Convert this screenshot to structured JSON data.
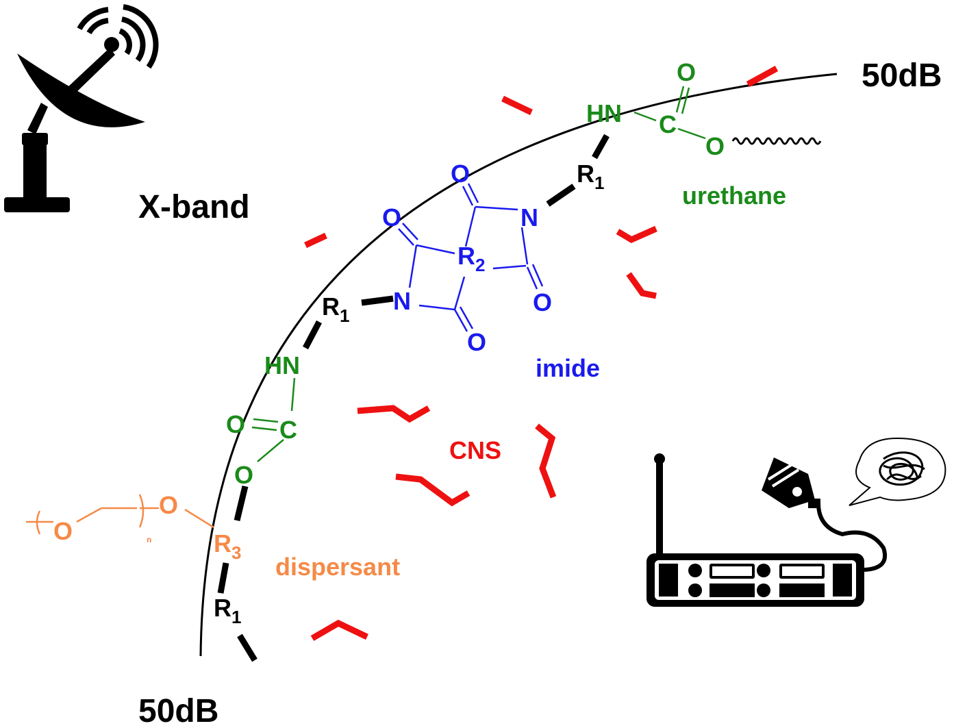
{
  "labels": {
    "band": "X-band",
    "db_top": "50dB",
    "db_bottom": "50dB",
    "urethane": "urethane",
    "imide": "imide",
    "cns": "CNS",
    "dispersant": "dispersant"
  },
  "atoms": {
    "hn_top": "HN",
    "c_top": "C",
    "o_carbonyl_top": "O",
    "o_ester_top": "O",
    "r1_top": "R",
    "r1_top_sub": "1",
    "n_right": "N",
    "o_imide_1": "O",
    "o_imide_2": "O",
    "o_imide_3": "O",
    "o_imide_4": "O",
    "r2": "R",
    "r2_sub": "2",
    "n_left": "N",
    "r1_mid": "R",
    "r1_mid_sub": "1",
    "hn_mid": "HN",
    "c_mid": "C",
    "o_carbonyl_mid": "O",
    "o_ester_mid": "O",
    "o_peg_1": "O",
    "peg_n": "n",
    "o_peg_2": "O",
    "r3": "R",
    "r3_sub": "3",
    "r1_bottom": "R",
    "r1_bottom_sub": "1"
  },
  "colors": {
    "urethane": "#1a8a1a",
    "imide": "#1a1aee",
    "cns": "#ee1111",
    "dispersant": "#f58a48",
    "black": "#000000"
  },
  "icons": [
    "satellite-dish-icon",
    "radio-transceiver-icon",
    "speech-bubble-noise-icon"
  ]
}
